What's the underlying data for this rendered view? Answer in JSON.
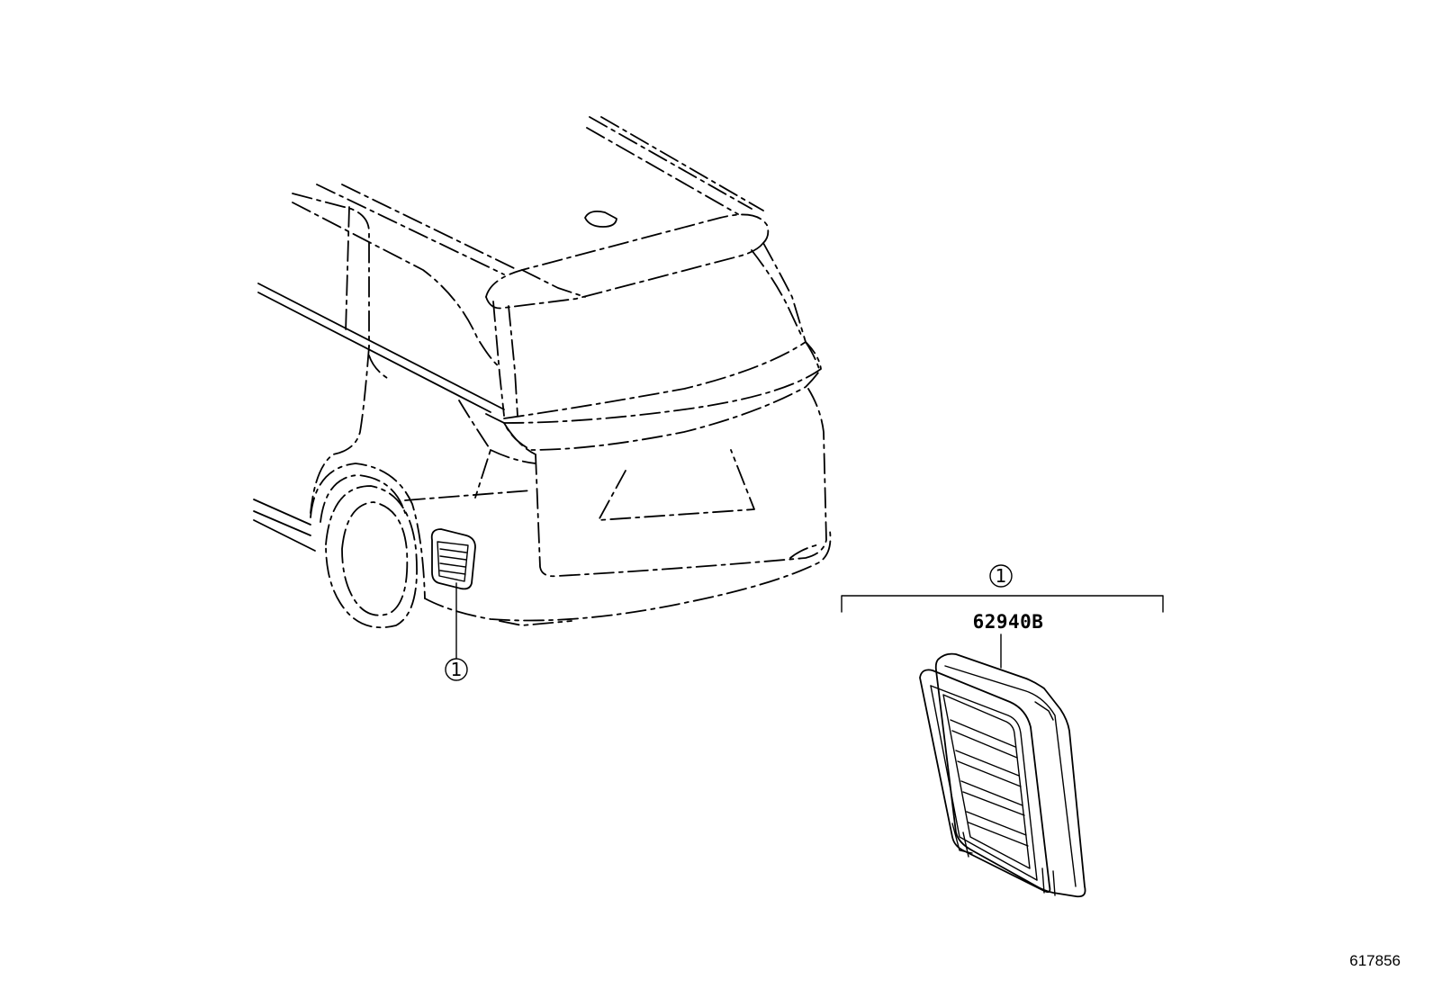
{
  "callouts": {
    "vehicle": "1",
    "part": "1"
  },
  "part": {
    "number": "62940B"
  },
  "illustration_number": "617856",
  "icons": {
    "vehicle": "rear-minivan-outline-icon",
    "vent": "quarter-vent-louver-icon"
  },
  "colors": {
    "line": "#000000",
    "background": "#ffffff"
  }
}
